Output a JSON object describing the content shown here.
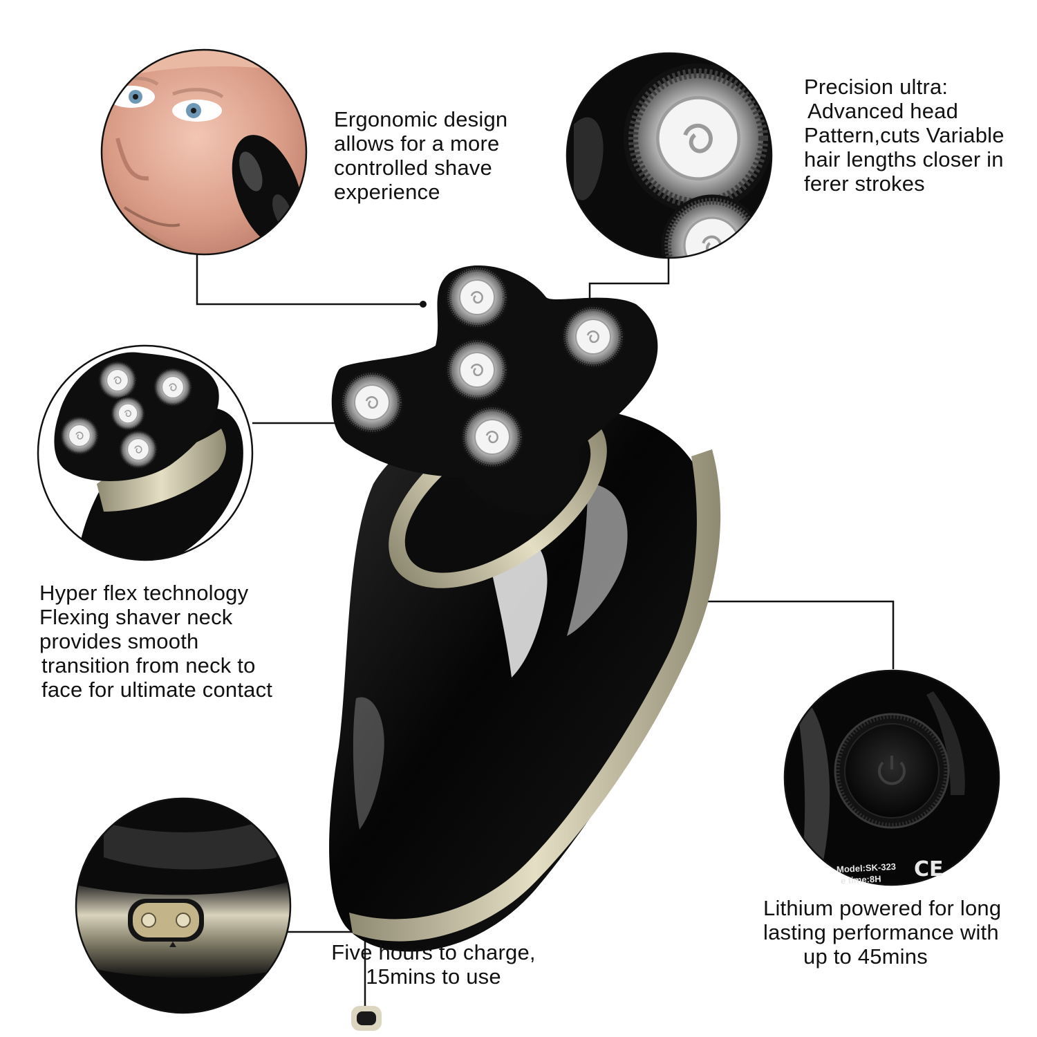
{
  "features": {
    "ergonomic": {
      "lines": [
        "Ergonomic design",
        "allows for a more",
        "controlled shave",
        "experience"
      ]
    },
    "precision": {
      "lines": [
        "Precision ultra:",
        "Advanced head",
        "Pattern,cuts Variable",
        "hair lengths closer in",
        "ferer strokes"
      ]
    },
    "flex": {
      "lines": [
        "Hyper flex technology",
        "Flexing shaver neck",
        "provides smooth",
        "transition from neck to",
        "face for ultimate contact"
      ]
    },
    "charge": {
      "lines": [
        "Five hours to charge,",
        "15mins to use"
      ]
    },
    "battery": {
      "lines": [
        "Lithium powered for long",
        "lasting performance with",
        "up to 45mins"
      ]
    }
  },
  "product_label": {
    "model": "Model:SK-323",
    "time_partial": "e time:8H",
    "mark": "CE"
  },
  "icons": [
    "face-closeup-photo",
    "shaver-head-detail-photo",
    "five-head-shaver-photo",
    "charging-port-photo",
    "power-button-photo",
    "shaver-product-photo"
  ],
  "colors": {
    "text": "#111111",
    "shaver_body": "#0b0b0b",
    "trim_gold": "#c9c2a4",
    "blade_silver": "#d8d8d8",
    "leader_line": "#111111"
  }
}
